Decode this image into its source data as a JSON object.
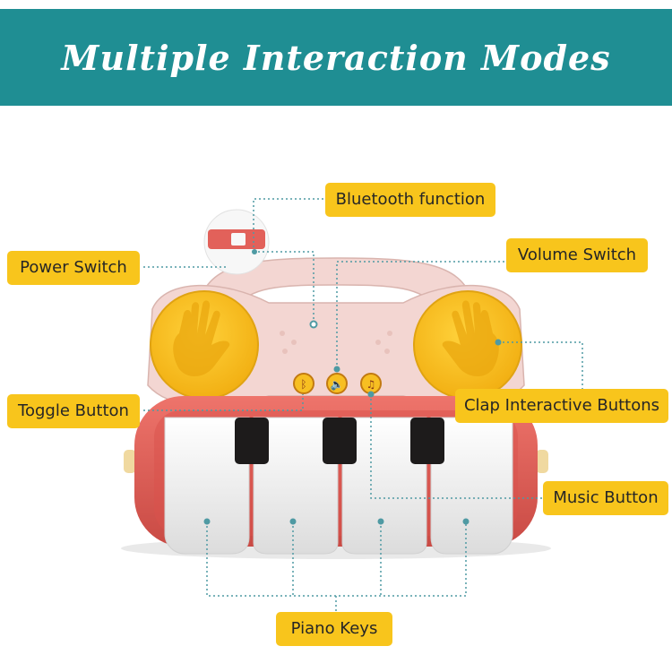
{
  "header": {
    "title": "Multiple Interaction Modes"
  },
  "callouts": {
    "bluetooth": "Bluetooth function",
    "power": "Power Switch",
    "volume": "Volume Switch",
    "toggle": "Toggle Button",
    "clap": "Clap Interactive Buttons",
    "music": "Music Button",
    "keys": "Piano Keys"
  },
  "colors": {
    "banner": "#1f8e93",
    "callout": "#f8c51c",
    "toy_body": "#e2615a",
    "handle": "#f3d6d2",
    "drum": "#f7bf22",
    "leader_line": "#4f9aa3"
  },
  "icons": [
    "hand-icon",
    "bluetooth-icon",
    "volume-icon",
    "music-note-icon"
  ]
}
